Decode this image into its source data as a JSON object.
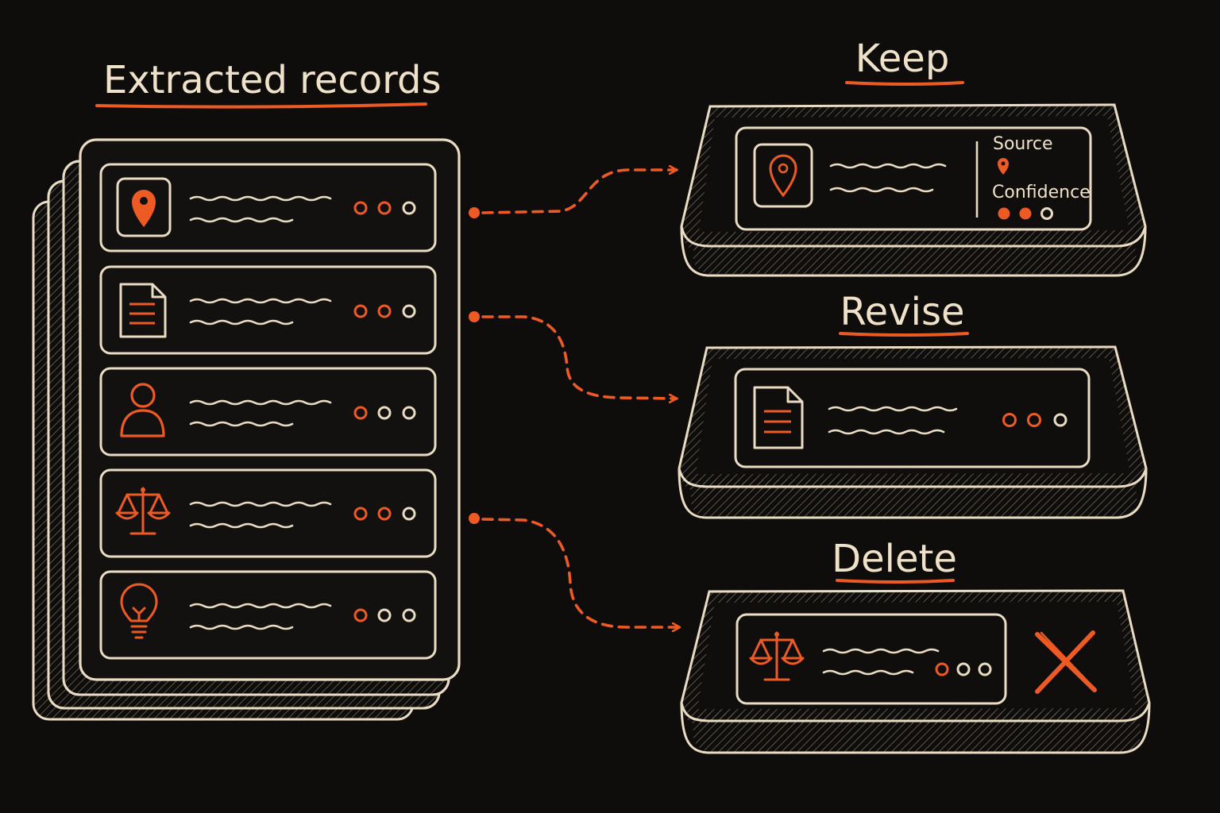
{
  "left_panel": {
    "title": "Extracted records"
  },
  "records": [
    {
      "icon": "map-pin-icon",
      "dots": [
        false,
        false,
        true
      ]
    },
    {
      "icon": "document-icon",
      "dots": [
        false,
        false,
        true
      ]
    },
    {
      "icon": "person-icon",
      "dots": [
        false,
        true,
        true
      ]
    },
    {
      "icon": "scales-icon",
      "dots": [
        false,
        false,
        true
      ]
    },
    {
      "icon": "lightbulb-icon",
      "dots": [
        false,
        true,
        true
      ]
    }
  ],
  "bins": {
    "keep": {
      "title": "Keep",
      "source_label": "Source",
      "confidence_label": "Confidence",
      "icon": "map-pin-icon"
    },
    "revise": {
      "title": "Revise",
      "icon": "document-icon"
    },
    "delete": {
      "title": "Delete",
      "icon": "scales-icon",
      "action_icon": "x-icon"
    }
  },
  "colors": {
    "accent": "#ee5a24",
    "line": "#e9dcc2",
    "background": "#0e0d0c"
  }
}
